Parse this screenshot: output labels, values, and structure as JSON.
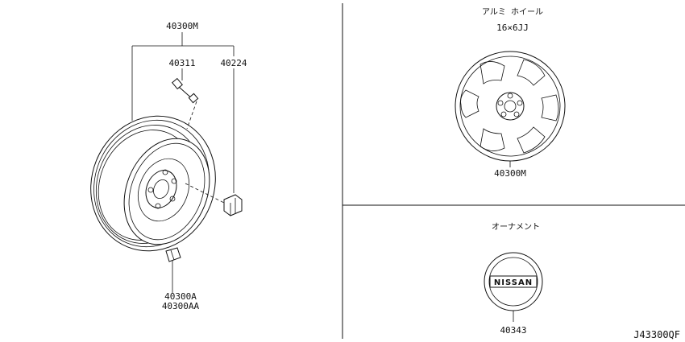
{
  "left_panel": {
    "assembly_part_no": "40300M",
    "valve_part_no": "40311",
    "nut_part_no": "40224",
    "weight_part_no_1": "40300A",
    "weight_part_no_2": "40300AA"
  },
  "alloy_panel": {
    "title": "アルミ ホイール",
    "size": "16×6JJ",
    "part_no": "40300M"
  },
  "ornament_panel": {
    "title": "オーナメント",
    "part_no": "40343",
    "emblem_text": "NISSAN"
  },
  "diagram_code": "J43300QF"
}
